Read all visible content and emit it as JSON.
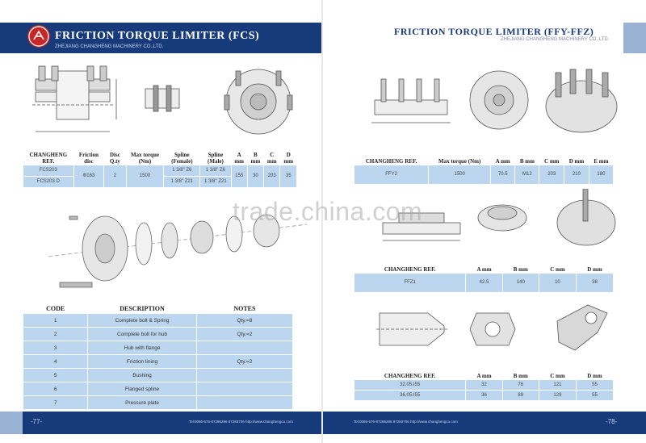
{
  "left_page": {
    "title": "FRICTION TORQUE LIMITER (FCS)",
    "company": "ZHEJIANG CHANGHENG MACHINERY CO.,LTD.",
    "spec_headers": [
      "CHANGHENG REF.",
      "Friction disc",
      "Disc Q.ty",
      "Max torque (Nm)",
      "Spline (Female)",
      "Spline (Male)",
      "A mm",
      "B mm",
      "C mm",
      "D mm"
    ],
    "spec_rows": [
      {
        "ref": "FCS203",
        "disc": "Φ163",
        "qty": "2",
        "torque": "1500",
        "female": "1 3/8\" Z6",
        "male": "1 3/8\" Z6",
        "a": "155",
        "b": "30",
        "c": "203",
        "d": "35"
      },
      {
        "ref": "FCS203 D",
        "female": "1 3/8\" Z21",
        "male": "1 3/8\" Z21"
      }
    ],
    "desc_headers": [
      "CODE",
      "DESCRIPTION",
      "NOTES"
    ],
    "desc_rows": [
      {
        "code": "1",
        "desc": "Complete bolt & Spring",
        "notes": "Qty.=8"
      },
      {
        "code": "2",
        "desc": "Complete bolt for hub",
        "notes": "Qty.=2"
      },
      {
        "code": "3",
        "desc": "Hub with flange",
        "notes": ""
      },
      {
        "code": "4",
        "desc": "Friction  lining",
        "notes": "Qty.=2"
      },
      {
        "code": "5",
        "desc": "Bushing",
        "notes": ""
      },
      {
        "code": "6",
        "desc": "Flanged spline",
        "notes": ""
      },
      {
        "code": "7",
        "desc": "Pressure plate",
        "notes": ""
      }
    ],
    "footer": "Tel:0086-576-87286286  87283706  http://www.changhengco.com",
    "page_number": "-77-"
  },
  "right_page": {
    "title": "FRICTION TORQUE LIMITER (FFY-FFZ)",
    "company": "ZHEJIANG CHANGHENG MACHINERY CO.,LTD.",
    "ffy_headers": [
      "CHANGHENG REF.",
      "Max torque (Nm)",
      "A mm",
      "B mm",
      "C mm",
      "D mm",
      "E mm"
    ],
    "ffy_row": {
      "ref": "FFY2",
      "torque": "1500",
      "a": "70.5",
      "b": "M12",
      "c": "203",
      "d": "210",
      "e": "180"
    },
    "ffz_headers": [
      "CHANGHENG REF.",
      "A mm",
      "B mm",
      "C mm",
      "D mm"
    ],
    "ffz_row": {
      "ref": "FFZ1",
      "a": "42.5",
      "b": "140",
      "c": "10",
      "d": "38"
    },
    "yoke_headers": [
      "CHANGHENG REF.",
      "A mm",
      "B mm",
      "C mm",
      "D mm"
    ],
    "yoke_rows": [
      {
        "ref": "32.05.I55",
        "a": "32",
        "b": "76",
        "c": "121",
        "d": "55"
      },
      {
        "ref": "36.05.I55",
        "a": "36",
        "b": "89",
        "c": "129",
        "d": "55"
      }
    ],
    "footer": "Tel:0086-576-87286286  87283706  http://www.changhengco.com",
    "page_number": "-78-"
  },
  "watermark": "trade.china.com",
  "colors": {
    "header_blue": "#173a7a",
    "table_blue": "#bcd6ef",
    "accent": "#9ab2d3",
    "logo_red": "#c62828"
  }
}
